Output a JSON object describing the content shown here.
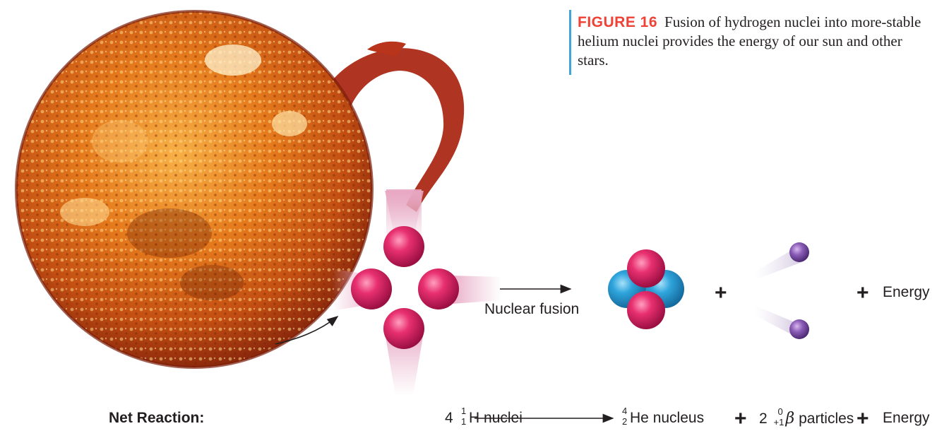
{
  "caption": {
    "figure_label": "FIGURE 16",
    "text": "Fusion of hydrogen nuclei into more-stable helium nuclei provides the energy of our sun and other stars."
  },
  "diagram": {
    "arrow_label": "Nuclear fusion",
    "plus_1": "+",
    "plus_2": "+",
    "energy_label": "Energy"
  },
  "net_reaction": {
    "label": "Net Reaction:",
    "reactant_coef": "4",
    "reactant_mass": "1",
    "reactant_atomic": "1",
    "reactant_symbol": "H",
    "reactant_word": "nuclei",
    "product_mass": "4",
    "product_atomic": "2",
    "product_symbol": "He",
    "product_word": "nucleus",
    "plus_1": "+",
    "beta_coef": "2",
    "beta_mass": "0",
    "beta_atomic": "+1",
    "beta_symbol": "β",
    "beta_word": "particles",
    "plus_2": "+",
    "energy": "Energy"
  },
  "colors": {
    "figure_label": "#ef4135",
    "caption_bar": "#3fa7d6",
    "proton": "#d81b5e",
    "neutron": "#2b9fd6",
    "beta": "#7a4fa0",
    "sun_core": "#c8520f"
  }
}
